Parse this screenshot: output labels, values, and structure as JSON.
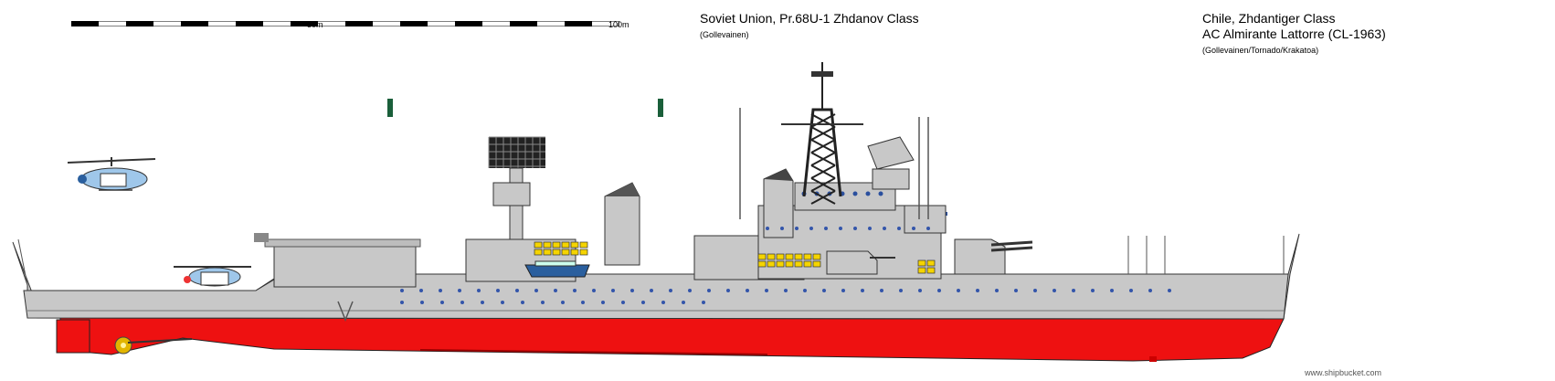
{
  "scale": {
    "label_50": "50m",
    "label_100": "100m"
  },
  "left_caption": {
    "title": "Soviet Union, Pr.68U-1 Zhdanov Class",
    "credit": "(Gollevainen)"
  },
  "right_caption": {
    "line1": "Chile, Zhdantiger Class",
    "line2": "AC Almirante Lattorre (CL-1963)",
    "credit": "(Gollevainen/Tornado/Krakatoa)"
  },
  "footer": {
    "site": "www.shipbucket.com"
  },
  "colors": {
    "hull_grey": "#c8c8c8",
    "hull_red": "#ee1111",
    "boat_blue": "#2a5f9e",
    "rail_dark": "#555555",
    "window_blue": "#3355aa",
    "yellow": "#f5d400"
  }
}
